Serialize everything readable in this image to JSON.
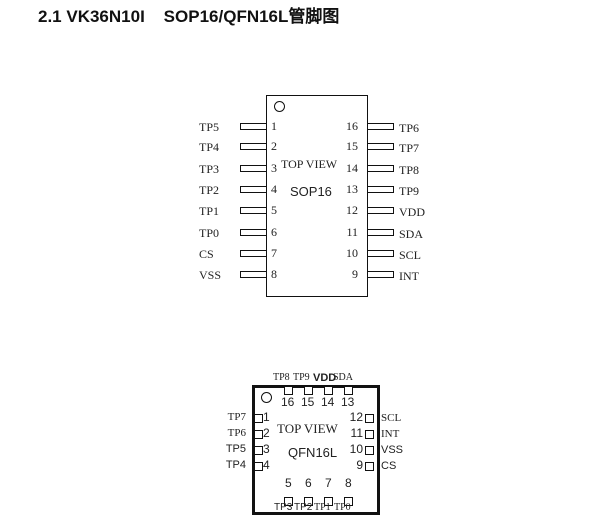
{
  "title": "2.1 VK36N10I    SOP16/QFN16L管脚图",
  "sop": {
    "top_view": "TOP VIEW",
    "package": "SOP16",
    "left_pins": [
      {
        "n": "1",
        "name": "TP5"
      },
      {
        "n": "2",
        "name": "TP4"
      },
      {
        "n": "3",
        "name": "TP3"
      },
      {
        "n": "4",
        "name": "TP2"
      },
      {
        "n": "5",
        "name": "TP1"
      },
      {
        "n": "6",
        "name": "TP0"
      },
      {
        "n": "7",
        "name": "CS"
      },
      {
        "n": "8",
        "name": "VSS"
      }
    ],
    "right_pins": [
      {
        "n": "16",
        "name": "TP6"
      },
      {
        "n": "15",
        "name": "TP7"
      },
      {
        "n": "14",
        "name": "TP8"
      },
      {
        "n": "13",
        "name": "TP9"
      },
      {
        "n": "12",
        "name": "VDD"
      },
      {
        "n": "11",
        "name": "SDA"
      },
      {
        "n": "10",
        "name": "SCL"
      },
      {
        "n": "9",
        "name": "INT"
      }
    ]
  },
  "qfn": {
    "top_view": "TOP VIEW",
    "package": "QFN16L",
    "top_pins": [
      {
        "n": "16",
        "name": "TP8"
      },
      {
        "n": "15",
        "name": "TP9"
      },
      {
        "n": "14",
        "name": "VDD"
      },
      {
        "n": "13",
        "name": "SDA"
      }
    ],
    "left_pins": [
      {
        "n": "1",
        "name": "TP7"
      },
      {
        "n": "2",
        "name": "TP6"
      },
      {
        "n": "3",
        "name": "TP5"
      },
      {
        "n": "4",
        "name": "TP4"
      }
    ],
    "right_pins": [
      {
        "n": "12",
        "name": "SCL"
      },
      {
        "n": "11",
        "name": "INT"
      },
      {
        "n": "10",
        "name": "VSS"
      },
      {
        "n": "9",
        "name": "CS"
      }
    ],
    "bottom_pins": [
      {
        "n": "5",
        "name": "TP3"
      },
      {
        "n": "6",
        "name": "TP2"
      },
      {
        "n": "7",
        "name": "TP1"
      },
      {
        "n": "8",
        "name": "TP0"
      }
    ]
  }
}
